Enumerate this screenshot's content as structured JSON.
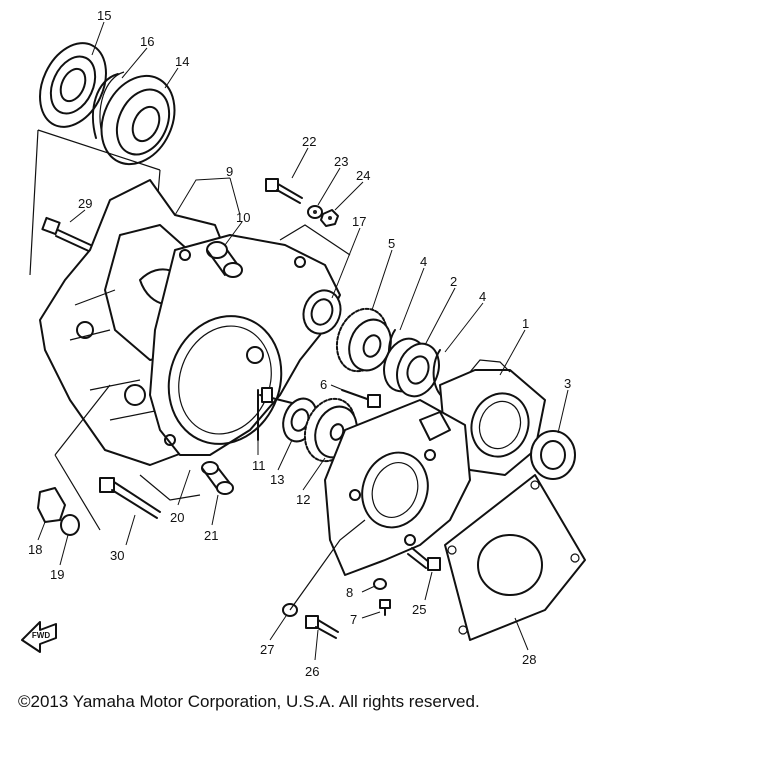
{
  "copyright": "©2013 Yamaha Motor Corporation, U.S.A. All rights reserved.",
  "fwd_label": "FWD",
  "callouts": [
    {
      "id": "p15",
      "text": "15"
    },
    {
      "id": "p16",
      "text": "16"
    },
    {
      "id": "p14",
      "text": "14"
    },
    {
      "id": "p9",
      "text": "9"
    },
    {
      "id": "p10",
      "text": "10"
    },
    {
      "id": "p22",
      "text": "22"
    },
    {
      "id": "p23",
      "text": "23"
    },
    {
      "id": "p24",
      "text": "24"
    },
    {
      "id": "p29",
      "text": "29"
    },
    {
      "id": "p17",
      "text": "17"
    },
    {
      "id": "p5",
      "text": "5"
    },
    {
      "id": "p4a",
      "text": "4"
    },
    {
      "id": "p2",
      "text": "2"
    },
    {
      "id": "p4b",
      "text": "4"
    },
    {
      "id": "p1",
      "text": "1"
    },
    {
      "id": "p3",
      "text": "3"
    },
    {
      "id": "p6",
      "text": "6"
    },
    {
      "id": "p11",
      "text": "11"
    },
    {
      "id": "p13",
      "text": "13"
    },
    {
      "id": "p12",
      "text": "12"
    },
    {
      "id": "p20",
      "text": "20"
    },
    {
      "id": "p21",
      "text": "21"
    },
    {
      "id": "p18",
      "text": "18"
    },
    {
      "id": "p19",
      "text": "19"
    },
    {
      "id": "p30",
      "text": "30"
    },
    {
      "id": "p8",
      "text": "8"
    },
    {
      "id": "p7",
      "text": "7"
    },
    {
      "id": "p25",
      "text": "25"
    },
    {
      "id": "p27",
      "text": "27"
    },
    {
      "id": "p26",
      "text": "26"
    },
    {
      "id": "p28",
      "text": "28"
    }
  ]
}
